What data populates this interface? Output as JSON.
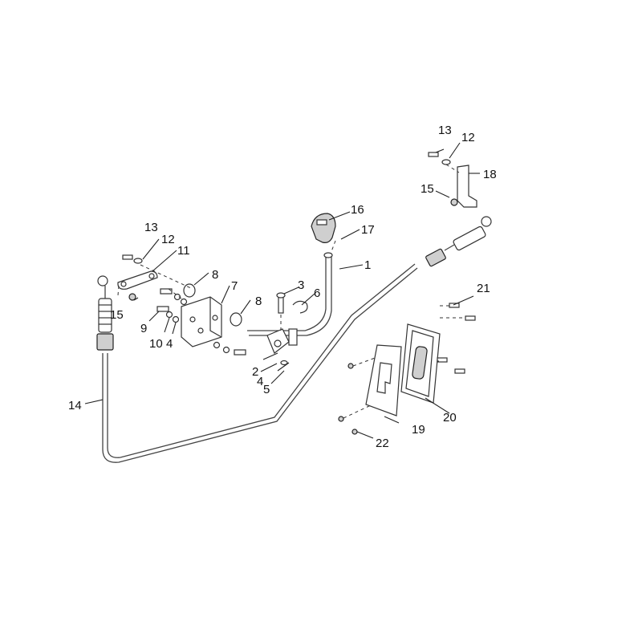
{
  "callouts": {
    "c1": "1",
    "c2": "2",
    "c3": "3",
    "c4a": "4",
    "c4b": "4",
    "c5": "5",
    "c6": "6",
    "c7": "7",
    "c8a": "8",
    "c8b": "8",
    "c9": "9",
    "c10": "10",
    "c11": "11",
    "c12a": "12",
    "c12b": "12",
    "c13a": "13",
    "c13b": "13",
    "c14": "14",
    "c15a": "15",
    "c15b": "15",
    "c16": "16",
    "c17": "17",
    "c18": "18",
    "c19": "19",
    "c20": "20",
    "c21": "21",
    "c22": "22"
  }
}
